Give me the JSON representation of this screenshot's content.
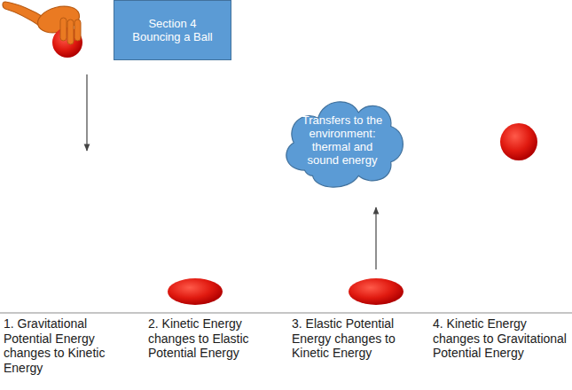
{
  "diagram": {
    "nodes": [
      {
        "text": [
          "Section 4 Bouncing a Ball"
        ]
      },
      {
        "text": [
          "Transfers to the environment: thermal and sound energy"
        ]
      }
    ],
    "edges": [],
    "labels": [
      "1. Gravitational Potential Energy changes to Kinetic Energy",
      "2. Kinetic Energy changes to Elastic Potential Energy",
      "3. Elastic Potential Energy changes to Kinetic Energy",
      "4. Kinetic Energy changes to Gravitational Potential Energy"
    ]
  }
}
